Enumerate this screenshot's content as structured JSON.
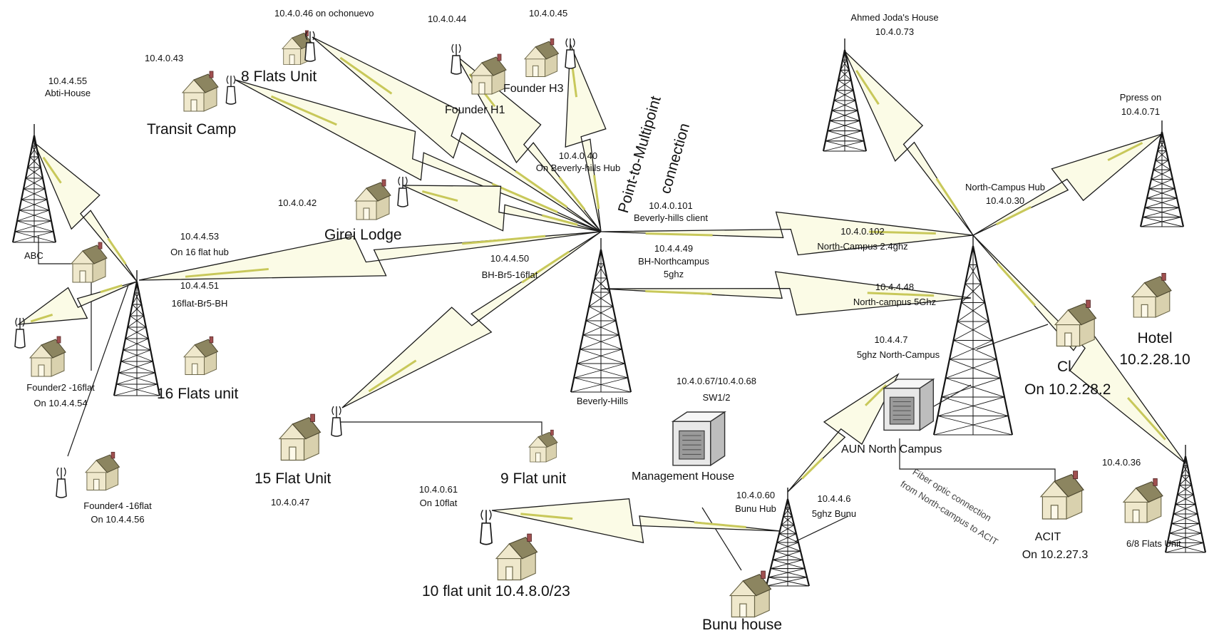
{
  "labels": {
    "ip_0_46": "10.4.0.46 on ochonuevo",
    "ip_0_44": "10.4.0.44",
    "ip_0_45": "10.4.0.45",
    "ip_0_43": "10.4.0.43",
    "flats8_unit": "8 Flats Unit",
    "transit_camp": "Transit Camp",
    "founder_h1": "Founder H1",
    "founder_h3": "Founder H3",
    "abti_ip": "10.4.4.55",
    "abti_name": "Abti-House",
    "bh_hub_ip": "10.4.0.40",
    "bh_hub_name": "On Beverly-hills Hub",
    "p2mp_1": "Point-to-Multipoint",
    "p2mp_2": "connection",
    "ip_0_42": "10.4.0.42",
    "girei_lodge": "Girei Lodge",
    "bh_client_ip": "10.4.0.101",
    "bh_client_name": "Beverly-hills client",
    "hub16_ip": "10.4.4.53",
    "hub16_name": "On 16 flat  hub",
    "abc": "ABC",
    "br5_ip": "10.4.4.50",
    "br5_name": "BH-Br5-16flat",
    "bhn_ip": "10.4.4.49",
    "bhn_name": "BH-Northcampus",
    "bhn_band": "5ghz",
    "flat16br5_ip": "10.4.4.51",
    "flat16br5_name": "16flat-Br5-BH",
    "flats16_unit": "16 Flats unit",
    "founder2_l1": "Founder2 -16flat",
    "founder2_l2": "On 10.4.4.54",
    "beverly_hills": "Beverly-Hills",
    "founder4_l1": "Founder4 -16flat",
    "founder4_l2": "On 10.4.4.56",
    "flat15_unit": "15 Flat Unit",
    "ip_0_47": "10.4.0.47",
    "flat9_unit": "9 Flat unit",
    "flat10_ip": "10.4.0.61",
    "flat10_name": "On 10flat",
    "flat10_unit": "10 flat unit 10.4.8.0/23",
    "sw_ip": "10.4.0.67/10.4.0.68",
    "sw_name": "SW1/2",
    "mgmt_house": "Management House",
    "bunu_hub_ip": "10.4.0.60",
    "bunu_hub_name": "Bunu Hub",
    "bunu_5g_ip": "10.4.4.6",
    "bunu_5g_name": "5ghz Bunu",
    "bunu_house": "Bunu house",
    "ahmed_name": "Ahmed Joda's House",
    "ahmed_ip": "10.4.0.73",
    "ppress_name": "Ppress on",
    "ppress_ip": "10.4.0.71",
    "nc_hub_name": "North-Campus Hub",
    "nc_hub_ip": "10.4.0.30",
    "nc24_ip": "10.4.0.102",
    "nc24_name": "North-Campus 2.4ghz",
    "nc5_ip": "10.4.4.48",
    "nc5_name": "North-campus 5Ghz",
    "nc5b_ip": "10.4.4.7",
    "nc5b_name": "5ghz North-Campus",
    "hotel_name": "Hotel",
    "hotel_ip": "10.2.28.10",
    "cl_name": "Cl",
    "cl_ip": "On 10.2.28.2",
    "aun_nc": "AUN North Campus",
    "fiber_1": "Fiber optic connection",
    "fiber_2": "from North-campus to ACIT",
    "acit_name": "ACIT",
    "acit_ip": "On 10.2.27.3",
    "ip_0_36": "10.4.0.36",
    "flats68_unit": "6/8 Flats Unit"
  },
  "colors": {
    "line": "#1a1a1a",
    "link_fill": "#fbfbe6",
    "link_hatch": "#c8c85a",
    "house_roof": "#8c8560",
    "house_wall": "#efe8cc",
    "house_chimney": "#a05050",
    "tower": "#151515"
  },
  "icons": [
    "radio-tower-icon",
    "house-icon",
    "antenna-icon",
    "server-switch-icon"
  ]
}
